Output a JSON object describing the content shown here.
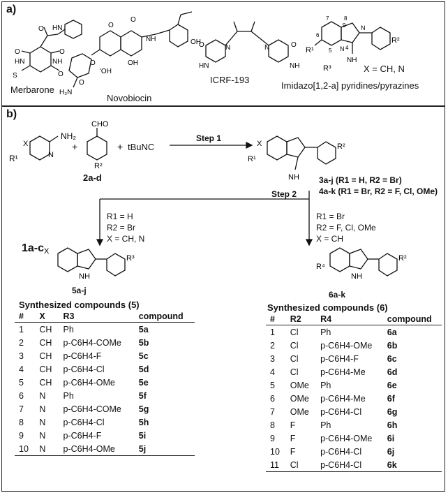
{
  "panel_a": {
    "label": "a)",
    "compounds": [
      "Merbarone",
      "Novobiocin",
      "ICRF-193",
      "Imidazo[1,2-a] pyridines/pyrazines"
    ],
    "x_note": "X = CH, N"
  },
  "panel_b": {
    "label": "b)",
    "reagent_2": "2a-d",
    "reagent_tbu": "tBuNC",
    "step1": "Step 1",
    "step2": "Step 2",
    "series3": "3a-j (R1 = H, R2 = Br)",
    "series4": "4a-k (R1 = Br, R2 = F, Cl, OMe)",
    "left_cond": [
      "R1 = H",
      "R2 = Br",
      "X = CH, N"
    ],
    "right_cond": [
      "R1 = Br",
      "R2 = F, Cl, OMe",
      "X = CH"
    ],
    "label_1ac": "1a-c",
    "label_5": "5a-j",
    "label_6": "6a-k"
  },
  "table5": {
    "title": "Synthesized compounds (5)",
    "headers": [
      "#",
      "X",
      "R3",
      "compound"
    ],
    "rows": [
      [
        "1",
        "CH",
        "Ph",
        "5a"
      ],
      [
        "2",
        "CH",
        "p-C6H4-COMe",
        "5b"
      ],
      [
        "3",
        "CH",
        "p-C6H4-F",
        "5c"
      ],
      [
        "4",
        "CH",
        "p-C6H4-Cl",
        "5d"
      ],
      [
        "5",
        "CH",
        "p-C6H4-OMe",
        "5e"
      ],
      [
        "6",
        "N",
        "Ph",
        "5f"
      ],
      [
        "7",
        "N",
        "p-C6H4-COMe",
        "5g"
      ],
      [
        "8",
        "N",
        "p-C6H4-Cl",
        "5h"
      ],
      [
        "9",
        "N",
        "p-C6H4-F",
        "5i"
      ],
      [
        "10",
        "N",
        "p-C6H4-OMe",
        "5j"
      ]
    ]
  },
  "table6": {
    "title": "Synthesized compounds (6)",
    "headers": [
      "#",
      "R2",
      "R4",
      "compound"
    ],
    "rows": [
      [
        "1",
        "Cl",
        "Ph",
        "6a"
      ],
      [
        "2",
        "Cl",
        "p-C6H4-OMe",
        "6b"
      ],
      [
        "3",
        "Cl",
        "p-C6H4-F",
        "6c"
      ],
      [
        "4",
        "Cl",
        "p-C6H4-Me",
        "6d"
      ],
      [
        "5",
        "OMe",
        "Ph",
        "6e"
      ],
      [
        "6",
        "OMe",
        "p-C6H4-Me",
        "6f"
      ],
      [
        "7",
        "OMe",
        "p-C6H4-Cl",
        "6g"
      ],
      [
        "8",
        "F",
        "Ph",
        "6h"
      ],
      [
        "9",
        "F",
        "p-C6H4-OMe",
        "6i"
      ],
      [
        "10",
        "F",
        "p-C6H4-Cl",
        "6j"
      ],
      [
        "11",
        "Cl",
        "p-C6H4-Cl",
        "6k"
      ]
    ]
  }
}
